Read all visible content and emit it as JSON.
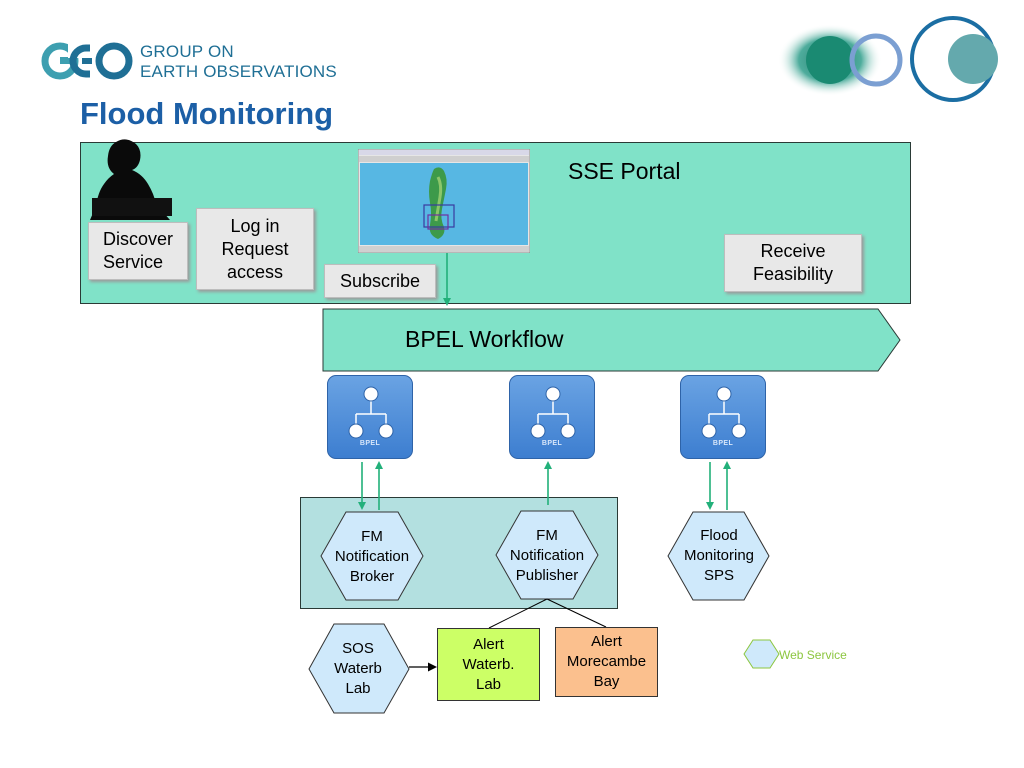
{
  "header": {
    "logo_line1": "GROUP ON",
    "logo_line2": "EARTH OBSERVATIONS",
    "logo_mark_text": "GEO",
    "title": "Flood Monitoring"
  },
  "portal": {
    "label": "SSE Portal",
    "buttons": {
      "discover": "Discover\nService",
      "login": "Log in\nRequest\naccess",
      "subscribe": "Subscribe",
      "feasibility": "Receive\nFeasibility"
    }
  },
  "workflow": {
    "label": "BPEL Workflow",
    "engine_caption": "BPEL"
  },
  "services": {
    "broker": "FM\nNotification\nBroker",
    "publisher": "FM\nNotification\nPublisher",
    "sps": "Flood\nMonitoring\nSPS",
    "sos": "SOS\nWaterb\nLab"
  },
  "alerts": {
    "waterb": "Alert\nWaterb.\nLab",
    "morecambe": "Alert\nMorecambe\nBay"
  },
  "legend": {
    "web_service": "Web Service"
  },
  "colors": {
    "title": "#1c5fa6",
    "portal_fill": "#80e2c8",
    "broker_fill": "#b3e0e0",
    "hex_fill": "#cfe9fb",
    "arrow": "#22b07a",
    "alert_waterb": "#ccff66",
    "alert_morecambe": "#fbc08e",
    "legend_text": "#8cc63f"
  }
}
